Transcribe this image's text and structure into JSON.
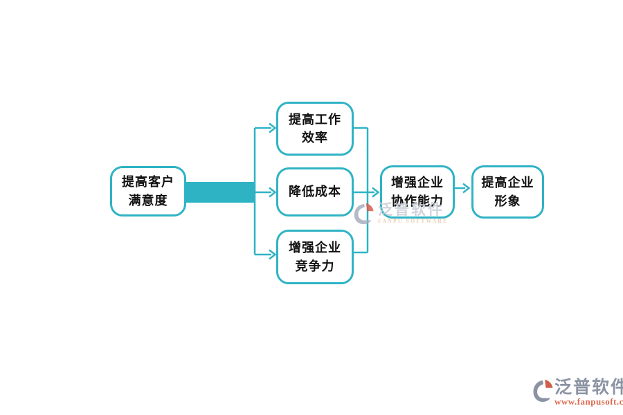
{
  "diagram": {
    "accent_color": "#2eb3c4",
    "text_color": "#111111",
    "nodes": [
      {
        "name": "customer-satisfaction",
        "label": "提高客户\n满意度"
      },
      {
        "name": "work-efficiency",
        "label": "提高工作\n效率"
      },
      {
        "name": "reduce-cost",
        "label": "降低成本"
      },
      {
        "name": "enterprise-competitiveness",
        "label": "增强企业\n竞争力"
      },
      {
        "name": "enterprise-collaboration",
        "label": "增强企业\n协作能力"
      },
      {
        "name": "corporate-image",
        "label": "提高企业\n形象"
      }
    ]
  },
  "watermark": {
    "brand": "泛普软件",
    "subtitle": "FANPU SOFTWARE"
  },
  "footer_logo": {
    "brand": "泛普软件",
    "website": "www.fanpusoft.com"
  }
}
